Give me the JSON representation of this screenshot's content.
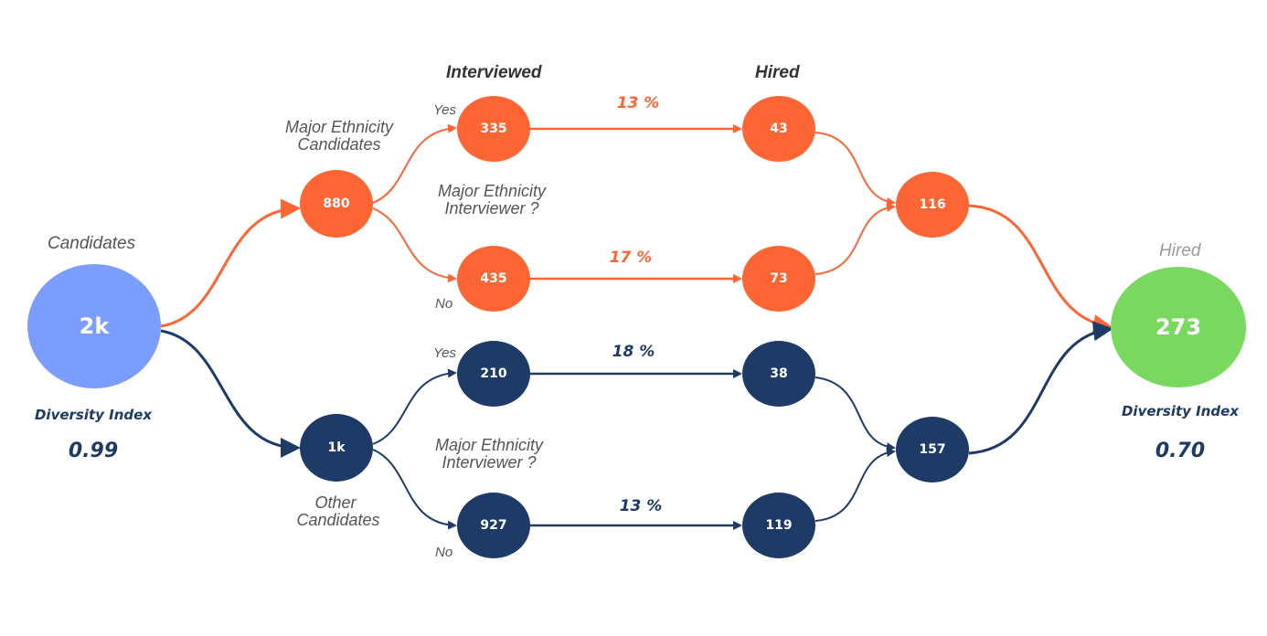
{
  "colors": {
    "orange": "#fd6534",
    "navy": "#1e3a66",
    "blue": "#7b9dfd",
    "green": "#79d85f"
  },
  "headers": {
    "interviewed": "Interviewed",
    "hired": "Hired"
  },
  "labels": {
    "candidates": "Candidates",
    "major_candidates_1": "Major Ethnicity",
    "major_candidates_2": "Candidates",
    "other_candidates_1": "Other",
    "other_candidates_2": "Candidates",
    "interviewer_top_1": "Major Ethnicity",
    "interviewer_top_2": "Interviewer ?",
    "interviewer_bottom_1": "Major Ethnicity",
    "interviewer_bottom_2": "Interviewer ?",
    "hired_final": "Hired",
    "yes": "Yes",
    "no": "No"
  },
  "nodes": {
    "candidates": "2k",
    "major": "880",
    "other": "1k",
    "major_yes_interviewed": "335",
    "major_no_interviewed": "435",
    "other_yes_interviewed": "210",
    "other_no_interviewed": "927",
    "major_yes_hired": "43",
    "major_no_hired": "73",
    "other_yes_hired": "38",
    "other_no_hired": "119",
    "major_hired_total": "116",
    "other_hired_total": "157",
    "hired_total": "273"
  },
  "rates": {
    "major_yes": "13 %",
    "major_no": "17 %",
    "other_yes": "18 %",
    "other_no": "13 %"
  },
  "diversity": {
    "title_left": "Diversity Index",
    "value_left": "0.99",
    "title_right": "Diversity Index",
    "value_right": "0.70"
  }
}
